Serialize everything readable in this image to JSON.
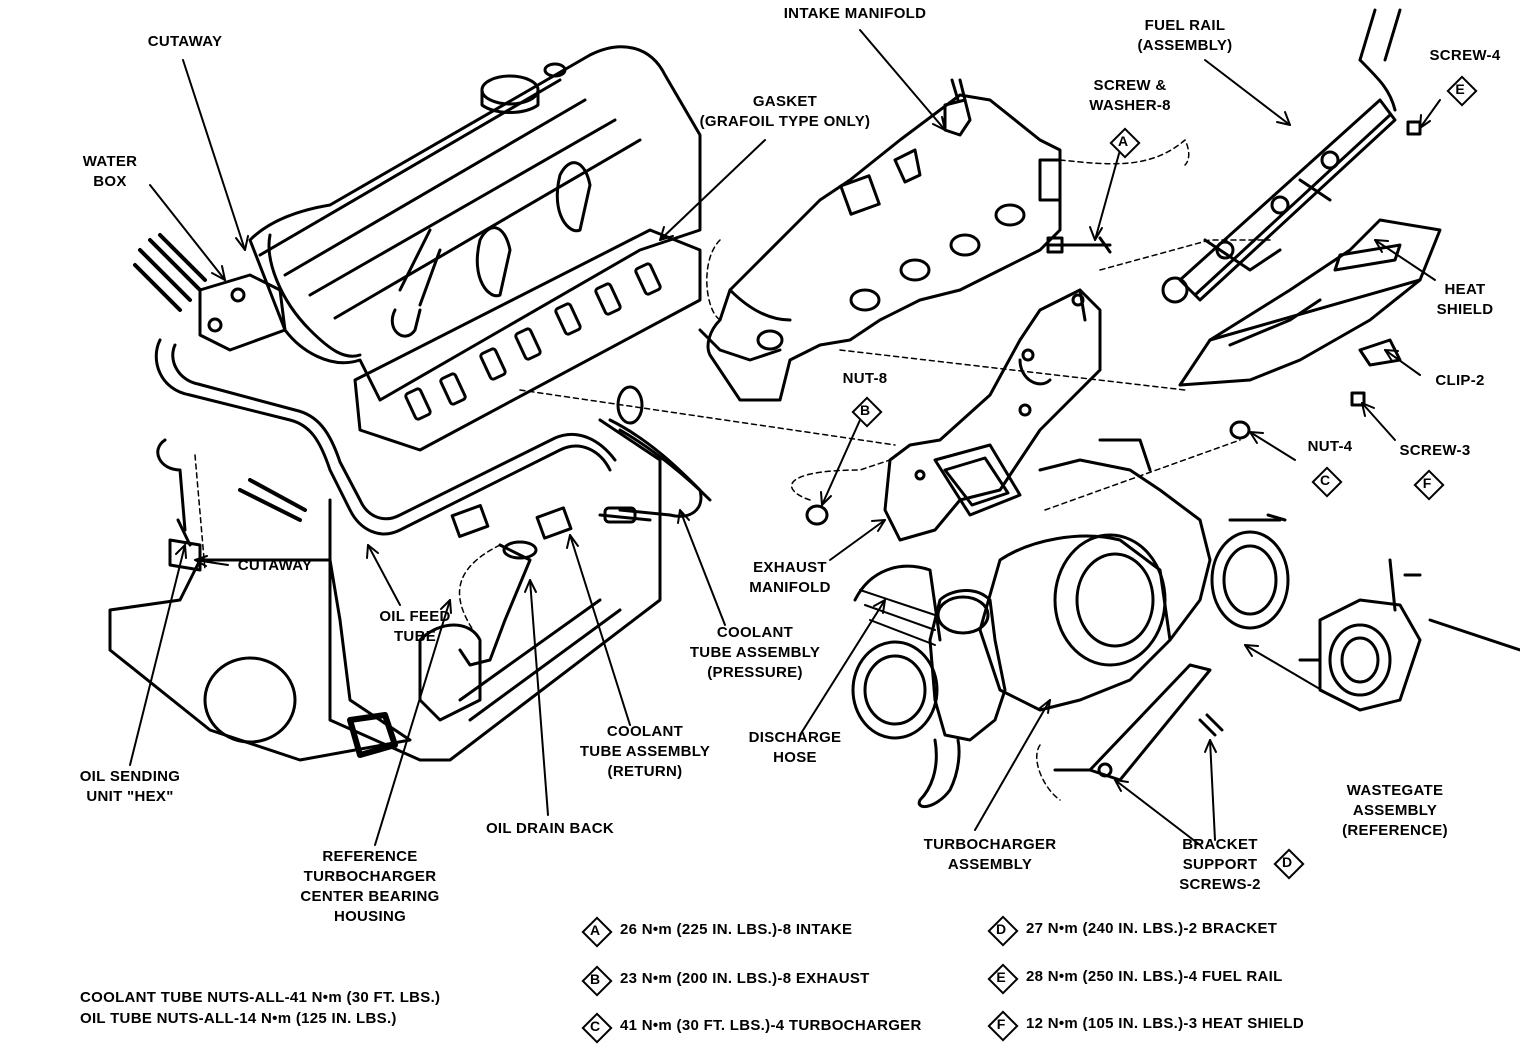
{
  "labels": {
    "cutaway_top": "CUTAWAY",
    "water_box": [
      "WATER",
      "BOX"
    ],
    "intake_manifold": "INTAKE MANIFOLD",
    "gasket": [
      "GASKET",
      "(GRAFOIL TYPE ONLY)"
    ],
    "fuel_rail": [
      "FUEL RAIL",
      "(ASSEMBLY)"
    ],
    "screw_washer": [
      "SCREW &",
      "WASHER-8"
    ],
    "screw_4": "SCREW-4",
    "heat_shield": [
      "HEAT",
      "SHIELD"
    ],
    "clip_2": "CLIP-2",
    "nut_8": "NUT-8",
    "nut_4": "NUT-4",
    "screw_3": "SCREW-3",
    "cutaway_mid": "CUTAWAY",
    "oil_feed_tube": [
      "OIL FEED",
      "TUBE"
    ],
    "exhaust_manifold": [
      "EXHAUST",
      "MANIFOLD"
    ],
    "coolant_pressure": [
      "COOLANT",
      "TUBE ASSEMBLY",
      "(PRESSURE)"
    ],
    "coolant_return": [
      "COOLANT",
      "TUBE ASSEMBLY",
      "(RETURN)"
    ],
    "discharge_hose": [
      "DISCHARGE",
      "HOSE"
    ],
    "wastegate": [
      "WASTEGATE",
      "ASSEMBLY",
      "(REFERENCE)"
    ],
    "oil_sending": [
      "OIL SENDING",
      "UNIT \"HEX\""
    ],
    "oil_drain": "OIL DRAIN BACK",
    "reference_turbo": [
      "REFERENCE",
      "TURBOCHARGER",
      "CENTER BEARING",
      "HOUSING"
    ],
    "turbocharger": [
      "TURBOCHARGER",
      "ASSEMBLY"
    ],
    "bracket": [
      "BRACKET",
      "SUPPORT",
      "SCREWS-2"
    ]
  },
  "callouts": {
    "a": "A",
    "b": "B",
    "c": "C",
    "d": "D",
    "e": "E",
    "f": "F"
  },
  "torque_specs": [
    {
      "key": "A",
      "text": "26 N•m (225 IN. LBS.)-8 INTAKE"
    },
    {
      "key": "B",
      "text": "23 N•m (200 IN. LBS.)-8 EXHAUST"
    },
    {
      "key": "C",
      "text": "41 N•m (30 FT. LBS.)-4 TURBOCHARGER"
    },
    {
      "key": "D",
      "text": "27 N•m (240 IN. LBS.)-2 BRACKET"
    },
    {
      "key": "E",
      "text": "28 N•m (250 IN. LBS.)-4 FUEL RAIL"
    },
    {
      "key": "F",
      "text": "12 N•m (105 IN. LBS.)-3 HEAT SHIELD"
    }
  ],
  "notes": {
    "coolant_nuts": "COOLANT TUBE NUTS-ALL-41 N•m (30 FT. LBS.)",
    "oil_nuts": "OIL TUBE NUTS-ALL-14 N•m (125 IN. LBS.)"
  }
}
